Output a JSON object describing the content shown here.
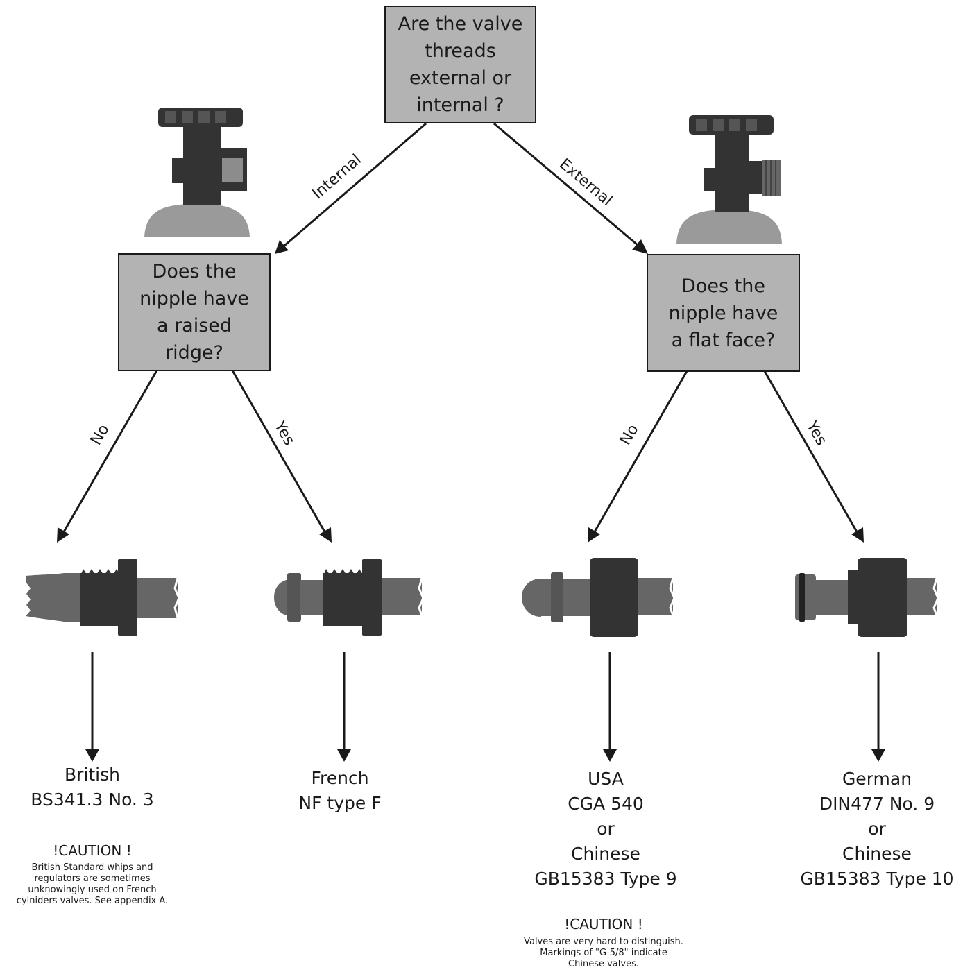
{
  "colors": {
    "box_fill": "#b3b3b3",
    "stroke": "#1a1a1a",
    "part_dark": "#333333",
    "part_mid": "#666666",
    "cylinder": "#9a9a9a"
  },
  "questions": {
    "root": "Are the valve\nthreads\nexternal or\ninternal ?",
    "internal": "Does the\nnipple have\na raised\nridge?",
    "external": "Does the\nnipple have\na flat face?"
  },
  "edge_labels": {
    "internal": "Internal",
    "external": "External",
    "left_no": "No",
    "left_yes": "Yes",
    "right_no": "No",
    "right_yes": "Yes"
  },
  "icons": {
    "valve_internal": "cylinder-valve-internal-thread-icon",
    "valve_external": "cylinder-valve-external-thread-icon",
    "british": "british-nipple-icon",
    "french": "french-nipple-icon",
    "usa": "usa-nipple-icon",
    "german": "german-nipple-icon"
  },
  "results": {
    "british": "British\nBS341.3 No. 3",
    "french": "French\nNF type F",
    "usa": "USA\nCGA 540\nor\nChinese\nGB15383 Type 9",
    "german": "German\nDIN477 No. 9\nor\nChinese\nGB15383 Type 10"
  },
  "cautions": {
    "british": {
      "title": "!CAUTION !",
      "text": "British Standard whips and\nregulators are sometimes\nunknowingly used on French\ncylniders valves. See appendix A."
    },
    "usa": {
      "title": "!CAUTION !",
      "text": "Valves are very hard to distinguish.\nMarkings of \"G-5/8\" indicate\nChinese valves."
    }
  }
}
